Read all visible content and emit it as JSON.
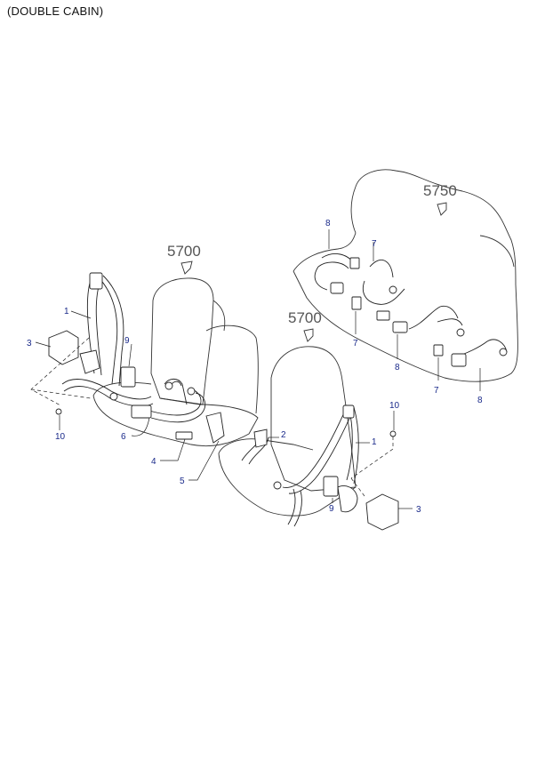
{
  "header": {
    "title": "(DOUBLE CABIN)"
  },
  "groups": [
    {
      "code": "5700"
    },
    {
      "code": "5700"
    },
    {
      "code": "5750"
    }
  ],
  "callouts": {
    "left": [
      "1",
      "3",
      "9",
      "10",
      "6",
      "4",
      "5"
    ],
    "front": [
      "2",
      "1",
      "10",
      "9",
      "3"
    ],
    "rear": [
      "8",
      "7",
      "7",
      "8",
      "7",
      "8"
    ]
  }
}
